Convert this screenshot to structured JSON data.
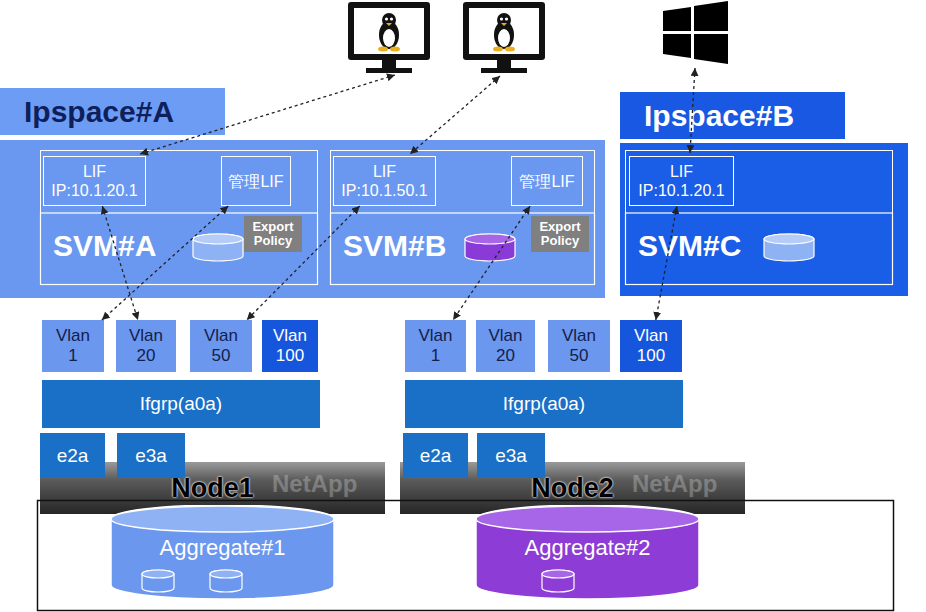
{
  "diagram": {
    "nodes": [
      {
        "text": [
          "Ipspace#A"
        ]
      },
      {
        "text": [
          "SVM#A"
        ],
        "in": 0
      },
      {
        "text": [
          "LIF",
          "IP:10.1.20.1"
        ],
        "in": 1
      },
      {
        "text": [
          "管理LIF"
        ],
        "in": 1
      },
      {
        "text": [
          "Export Policy"
        ],
        "in": 1
      },
      {
        "text": [
          "SVM#B"
        ],
        "in": 0
      },
      {
        "text": [
          "LIF",
          "IP:10.1.50.1"
        ],
        "in": 5
      },
      {
        "text": [
          "管理LIF"
        ],
        "in": 5
      },
      {
        "text": [
          "Export Policy"
        ],
        "in": 5
      },
      {
        "text": [
          "Ipspace#B"
        ]
      },
      {
        "text": [
          "SVM#C"
        ],
        "in": 9
      },
      {
        "text": [
          "LIF",
          "IP:10.1.20.1"
        ],
        "in": 10
      },
      {
        "text": [
          "Vlan 1"
        ]
      },
      {
        "text": [
          "Vlan 20"
        ]
      },
      {
        "text": [
          "Vlan 50"
        ]
      },
      {
        "text": [
          "Vlan 100"
        ]
      },
      {
        "text": [
          "Vlan 1"
        ]
      },
      {
        "text": [
          "Vlan 20"
        ]
      },
      {
        "text": [
          "Vlan 50"
        ]
      },
      {
        "text": [
          "Vlan 100"
        ]
      },
      {
        "text": [
          "Ifgrp(a0a)"
        ]
      },
      {
        "text": [
          "Ifgrp(a0a)"
        ]
      },
      {
        "text": [
          "e2a"
        ]
      },
      {
        "text": [
          "e3a"
        ]
      },
      {
        "text": [
          "e2a"
        ]
      },
      {
        "text": [
          "e3a"
        ]
      },
      {
        "text": [
          "Node1"
        ]
      },
      {
        "text": [
          "Node2"
        ]
      },
      {
        "text": [
          "Aggregate#1"
        ]
      },
      {
        "text": [
          "Aggregate#2"
        ]
      }
    ],
    "edges": [
      {
        "from": 3,
        "to": 12,
        "arrow": "both"
      },
      {
        "from": 2,
        "to": 13,
        "arrow": "both"
      },
      {
        "from": 6,
        "to": 14,
        "arrow": "both"
      },
      {
        "from": 7,
        "to": 16,
        "arrow": "both"
      },
      {
        "from": 11,
        "to": 19,
        "arrow": "both"
      }
    ],
    "labels": [
      "NetApp",
      "NetApp"
    ]
  }
}
